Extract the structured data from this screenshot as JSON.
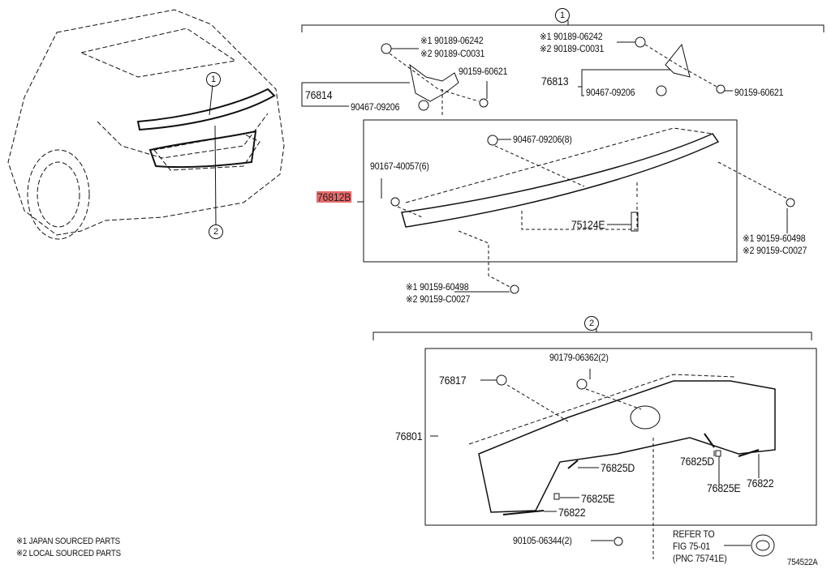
{
  "callouts": {
    "group1": "1",
    "group2": "2",
    "car1": "1",
    "car2": "2"
  },
  "group1": {
    "left_bracket": {
      "clip_j": "※1 90189-06242",
      "clip_l": "※2 90189-C0031",
      "screw": "90159-60621",
      "part": "76814",
      "nut": "90467-09206"
    },
    "right_bracket": {
      "clip_j": "※1 90189-06242",
      "clip_l": "※2 90189-C0031",
      "part": "76813",
      "nut": "90467-09206",
      "screw": "90159-60621"
    },
    "spoiler": {
      "nut": "90467-09206(8)",
      "clip": "90167-40057(6)",
      "part": "76812B",
      "bracket": "75124E",
      "screw_right_j": "※1 90159-60498",
      "screw_right_l": "※2 90159-C0027",
      "screw_bottom_j": "※1 90159-60498",
      "screw_bottom_l": "※2 90159-C0027"
    }
  },
  "group2": {
    "nut": "90179-06362(2)",
    "clip": "76817",
    "part": "76801",
    "tape_d_left": "76825D",
    "tape_d_right": "76825D",
    "tape_e_left": "76825E",
    "tape_e_right": "76825E",
    "seal_left": "76822",
    "seal_right": "76822",
    "screw": "90105-06344(2)",
    "refer": [
      "REFER TO",
      "FIG 75-01",
      "(PNC 75741E)"
    ]
  },
  "notes": [
    "※1 JAPAN SOURCED PARTS",
    "※2 LOCAL SOURCED PARTS"
  ],
  "figure_id": "754522A",
  "colors": {
    "highlight": "#e86a6a",
    "line": "#111111"
  }
}
